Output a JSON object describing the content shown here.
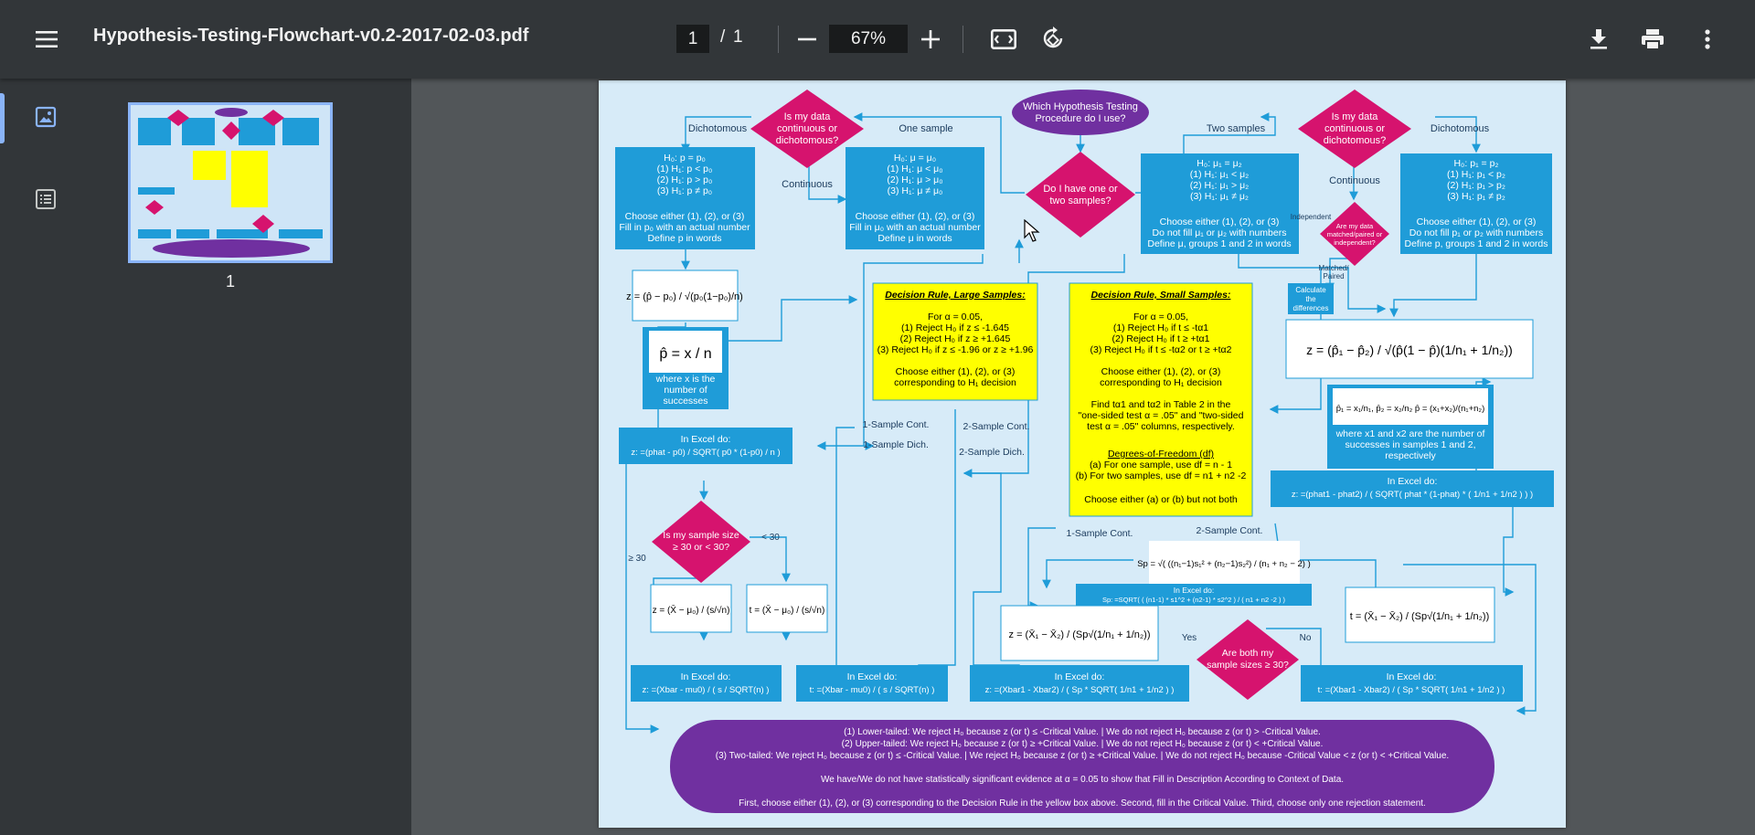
{
  "toolbar": {
    "title": "Hypothesis-Testing-Flowchart-v0.2-2017-02-03.pdf",
    "page_current": "1",
    "page_sep": "/",
    "page_total": "1",
    "zoom": "67%",
    "icons": {
      "menu": "menu-icon",
      "minus": "zoom-out-icon",
      "plus": "zoom-in-icon",
      "fit": "fit-to-page-icon",
      "rotate": "rotate-icon",
      "download": "download-icon",
      "print": "print-icon",
      "more": "more-vert-icon"
    }
  },
  "sidebar": {
    "thumbnail_label": "1",
    "tabs": [
      "thumbnails",
      "outline"
    ]
  },
  "colors": {
    "toolbar": "#323639",
    "canvas": "#525659",
    "blue": "#1f9cd8",
    "magenta": "#d6136e",
    "purple": "#7030a0",
    "yellow": "#ffff00",
    "accent": "#8ab4f8"
  },
  "doc": {
    "which": [
      "Which Hypothesis Testing",
      "Procedure do I use?"
    ],
    "one_or_two": [
      "Do I have one or",
      "two samples?"
    ],
    "cont_dich_l": [
      "Is my data",
      "continuous or",
      "dichotomous?"
    ],
    "cont_dich_r": [
      "Is my data",
      "continuous or",
      "dichotomous?"
    ],
    "one_sample": "One sample",
    "two_samples": "Two samples",
    "dichotomous": "Dichotomous",
    "continuous": "Continuous",
    "p_hyp": [
      "H₀: p = p₀",
      "(1) H₁: p < p₀",
      "(2) H₁: p > p₀",
      "(3) H₁: p ≠ p₀",
      "",
      "Choose either (1), (2), or (3)",
      "Fill in p₀ with an actual number",
      "Define p in words"
    ],
    "mu_hyp": [
      "H₀: μ = μ₀",
      "(1) H₁: μ < μ₀",
      "(2) H₁: μ > μ₀",
      "(3) H₁: μ ≠ μ₀",
      "",
      "Choose either (1), (2), or (3)",
      "Fill in μ₀ with an actual number",
      "Define μ in words"
    ],
    "mu2_hyp": [
      "H₀: μ₁ = μ₂",
      "(1) H₁: μ₁ < μ₂",
      "(2) H₁: μ₁ > μ₂",
      "(3) H₁: μ₁ ≠ μ₂",
      "",
      "Choose either (1), (2), or (3)",
      "Do not fill μ₁ or μ₂ with numbers",
      "Define μ, groups 1 and 2 in words"
    ],
    "p2_hyp": [
      "H₀: p₁ = p₂",
      "(1) H₁: p₁ < p₂",
      "(2) H₁: p₁ > p₂",
      "(3) H₁: p₁ ≠ p₂",
      "",
      "Choose either (1), (2), or (3)",
      "Do not fill p₁ or p₂ with numbers",
      "Define p, groups 1 and 2 in words"
    ],
    "matched": [
      "Are my data",
      "matched/paired or",
      "independent?"
    ],
    "independent": "Independent",
    "matched_paired": [
      "Matched/",
      "Paired"
    ],
    "calc_diff": [
      "Calculate",
      "the",
      "differences"
    ],
    "z_p_formula": "z = (p̂ − p₀) / √(p₀(1−p₀)/n)",
    "phat_formula": "p̂ = x / n",
    "phat_desc": [
      "where x is the",
      "number of",
      "successes"
    ],
    "large_title": "Decision Rule, Large Samples:",
    "large_body": [
      "For α = 0.05,",
      "(1) Reject H₀ if z ≤ -1.645",
      "(2) Reject H₀ if z ≥ +1.645",
      "(3) Reject H₀ if z ≤ -1.96 or z ≥ +1.96",
      "",
      "Choose either (1), (2), or (3)",
      "corresponding to H₁ decision"
    ],
    "small_title": "Decision Rule, Small Samples:",
    "small_body": [
      "For α = 0.05,",
      "(1) Reject H₀ if t ≤ -tα1",
      "(2) Reject H₀ if t ≥ +tα1",
      "(3) Reject H₀ if t ≤ -tα2 or t ≥ +tα2",
      "",
      "Choose either (1), (2), or (3)",
      "corresponding to H₁ decision",
      "",
      "Find tα1 and tα2 in Table 2 in the",
      "\"one-sided test α = .05\" and \"two-sided",
      "test α = .05\" columns, respectively."
    ],
    "df_title": "Degrees-of-Freedom (df)",
    "df_body": [
      "(a) For one sample, use df = n - 1",
      "(b) For two samples, use df = n1 + n2 -2",
      "",
      "Choose either (a) or (b) but not both"
    ],
    "z2p_formula": "z = (p̂₁ − p̂₂) / √(p̂(1 − p̂)(1/n₁ + 1/n₂))",
    "p2_defs": "p̂₁ = x₁/n₁, p̂₂ = x₂/n₂   p̂ = (x₁+x₂)/(n₁+n₂)",
    "p2_desc": [
      "where x1 and x2 are the number of",
      "successes in samples 1 and 2,",
      "respectively"
    ],
    "excel_label": "In Excel do:",
    "excel_p1": "z: =(phat - p0) / SQRT( p0 * (1-p0) / n )",
    "excel_p2": "z: =(phat1 - phat2) / ( SQRT( phat * (1-phat) * ( 1/n1 + 1/n2 ) ) )",
    "cont1": "1-Sample Cont.",
    "dich1": "1-Sample Dich.",
    "cont2": "2-Sample Cont.",
    "dich2": "2-Sample Dich.",
    "size_q": [
      "Is my sample size",
      "≥ 30 or < 30?"
    ],
    "ge30": "≥ 30",
    "lt30": "< 30",
    "z1_formula": "z = (X̄ − μ₀) / (s/√n)",
    "t1_formula": "t = (X̄ − μ₀) / (s/√n)",
    "sp_formula": "Sp = √( ((n₁−1)s₁² + (n₂−1)s₂²) / (n₁ + n₂ − 2) )",
    "excel_sp": "Sp: =SQRT( ( (n1-1) * s1^2 + (n2-1) * s2^2 ) / ( n1 + n2 -2 ) )",
    "z2_formula": "z = (X̄₁ − X̄₂) / (Sp√(1/n₁ + 1/n₂))",
    "t2_formula": "t = (X̄₁ − X̄₂) / (Sp√(1/n₁ + 1/n₂))",
    "both_q": [
      "Are both my",
      "sample sizes ≥ 30?"
    ],
    "yes": "Yes",
    "no": "No",
    "excel_z1": "z: =(Xbar - mu0) / ( s / SQRT(n) )",
    "excel_t1": "t: =(Xbar - mu0) / ( s / SQRT(n) )",
    "excel_z2": "z: =(Xbar1 - Xbar2) / ( Sp * SQRT( 1/n1 + 1/n2 ) )",
    "excel_t2": "t: =(Xbar1 - Xbar2) / ( Sp * SQRT( 1/n1 + 1/n2 ) )",
    "conclusion": [
      "(1) Lower-tailed: We reject H₀ because z (or t) ≤ -Critical Value. | We do not reject H₀ because z (or t) > -Critical Value.",
      "(2) Upper-tailed: We reject H₀ because z (or t) ≥ +Critical Value. | We do not reject H₀ because z (or t) < +Critical Value.",
      "(3) Two-tailed: We reject H₀ because z (or t) ≤ -Critical Value. | We reject H₀ because z (or t) ≥ +Critical Value. | We do not reject H₀ because -Critical Value < z (or t) < +Critical Value.",
      "",
      "We have/We do not have statistically significant evidence at α = 0.05 to show that Fill in Description According to Context of Data.",
      "",
      "First, choose either (1), (2), or (3) corresponding to the Decision Rule in the yellow box above. Second, fill in the Critical Value. Third, choose only one rejection statement."
    ]
  }
}
